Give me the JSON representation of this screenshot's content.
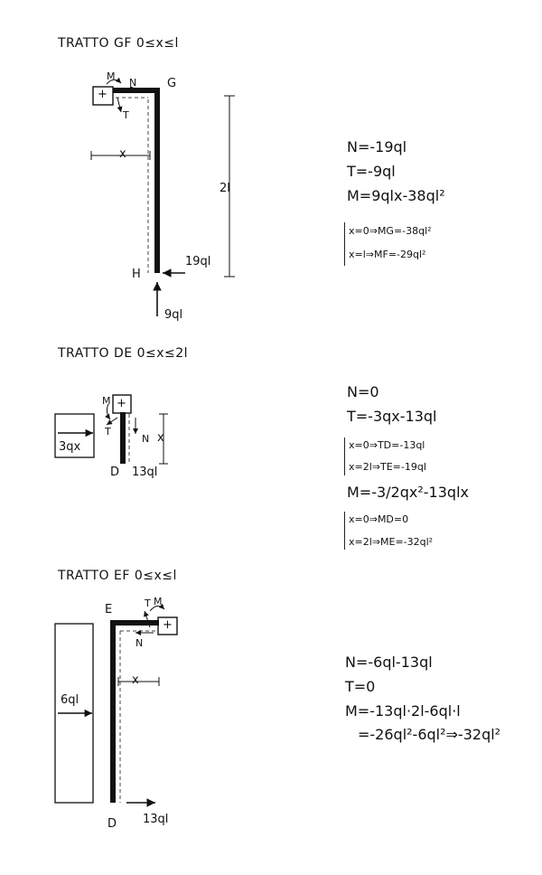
{
  "sections": [
    {
      "title": "TRATTO GF 0≤x≤l",
      "labels": {
        "top_node": "G",
        "bottom_node": "H",
        "length": "2l",
        "axial_load": "19ql",
        "vertical_load": "9ql",
        "x": "x",
        "plus": "+",
        "m": "M",
        "n": "N",
        "t": "T"
      },
      "equations": {
        "n": "N=-19ql",
        "t": "T=-9ql",
        "m": "M=9qlx-38ql²",
        "case1": "x=0⇒MG=-38ql²",
        "case2": "x=l⇒MF=-29ql²"
      }
    },
    {
      "title": "TRATTO DE 0≤x≤2l",
      "labels": {
        "bottom_node": "D",
        "load_left": "3qx",
        "axial_load": "13ql",
        "x": "x",
        "plus": "+",
        "m": "M",
        "n": "N",
        "t": "T"
      },
      "equations": {
        "n": "N=0",
        "t": "T=-3qx-13ql",
        "case1": "x=0⇒TD=-13ql",
        "case2": "x=2l⇒TE=-19ql",
        "m": "M=-3/2qx²-13qlx",
        "case3": "x=0⇒MD=0",
        "case4": "x=2l⇒ME=-32ql²"
      }
    },
    {
      "title": "TRATTO EF 0≤x≤l",
      "labels": {
        "top_node": "E",
        "bottom_node": "D",
        "load_left": "6ql",
        "axial_load": "13ql",
        "x": "x",
        "plus": "+",
        "m": "M",
        "n": "N",
        "t": "T"
      },
      "equations": {
        "n": "N=-6ql-13ql",
        "t": "T=0",
        "m": "M=-13ql·2l-6ql·l",
        "m2": "=-26ql²-6ql²⇒-32ql²"
      }
    }
  ]
}
